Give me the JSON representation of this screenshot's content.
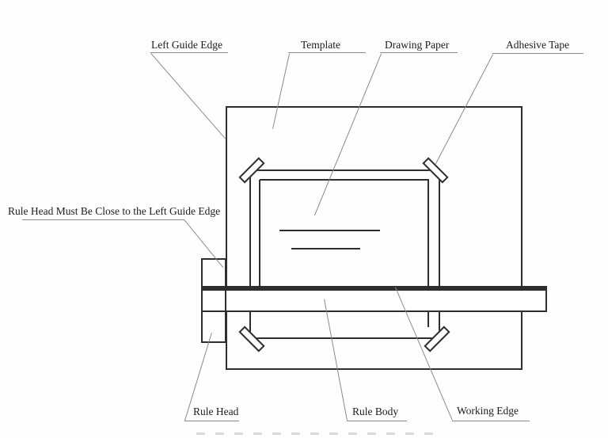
{
  "figure": {
    "labels": {
      "left_guide_edge": "Left Guide Edge",
      "template": "Template",
      "drawing_paper": "Drawing Paper",
      "adhesive_tape": "Adhesive Tape",
      "rule_head_note": "Rule Head Must Be Close to the Left Guide Edge",
      "rule_head": "Rule Head",
      "rule_body": "Rule Body",
      "working_edge": "Working Edge"
    },
    "colors": {
      "background": "#fefefe",
      "drawing_line": "#2e2e2e",
      "leader_line": "#8a8a8a",
      "text": "#1c1c1c"
    }
  }
}
